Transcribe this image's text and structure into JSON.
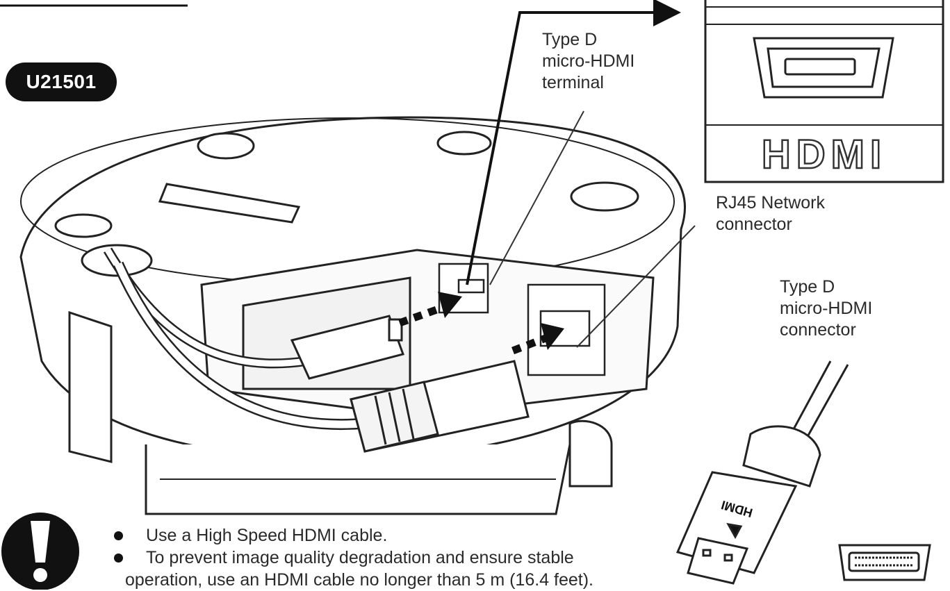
{
  "model_badge": "U21501",
  "labels": {
    "terminal": "Type D\nmicro-HDMI\nterminal",
    "rj45": "RJ45 Network\nconnector",
    "connector": "Type D\nmicro-HDMI\nconnector",
    "hdmi_logo": "HDMI",
    "plug_text": "HDMI"
  },
  "notes": [
    "Use a High Speed HDMI cable.",
    "To prevent image quality degradation and ensure stable",
    "operation, use an HDMI cable no longer than 5 m (16.4 feet)."
  ],
  "icons": {
    "warning": "exclamation-icon",
    "arrow": "arrow-icon"
  }
}
